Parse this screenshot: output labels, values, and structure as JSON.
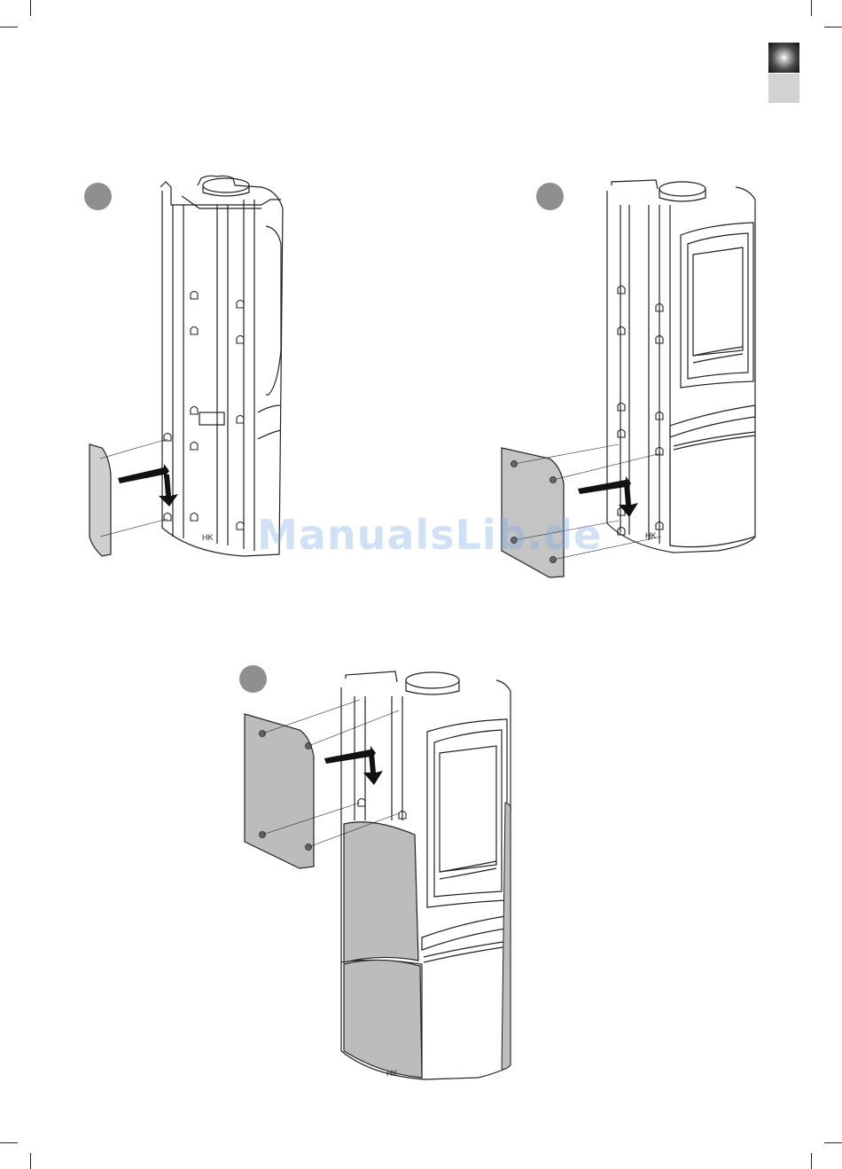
{
  "page": {
    "watermark": "ManualsLib.de",
    "logo_mark": "HK"
  },
  "thumb_tab": {
    "active_color": "#1a1a1a",
    "inactive_color": "#d2d2d2"
  },
  "steps": [
    {
      "id": 1,
      "name": "step-1"
    },
    {
      "id": 2,
      "name": "step-2"
    },
    {
      "id": 3,
      "name": "step-3"
    }
  ]
}
